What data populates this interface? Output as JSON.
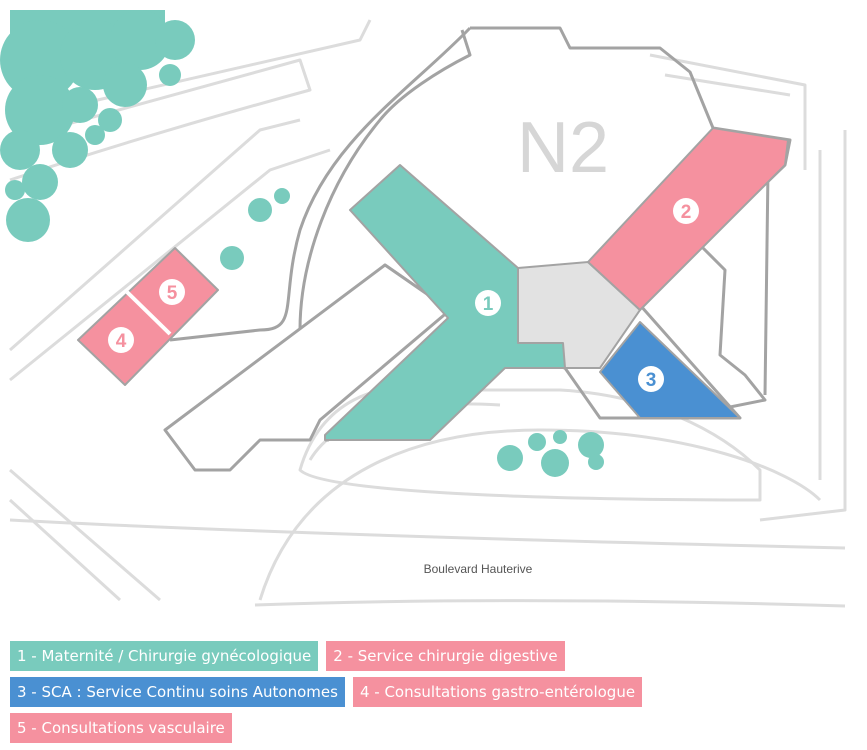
{
  "map": {
    "building_label": "N2",
    "street_label": "Boulevard Hauterive",
    "zones": [
      {
        "number": "1",
        "color": "#79cbbd"
      },
      {
        "number": "2",
        "color": "#f5919f"
      },
      {
        "number": "3",
        "color": "#4a90d2"
      },
      {
        "number": "4",
        "color": "#f5919f"
      },
      {
        "number": "5",
        "color": "#f5919f"
      }
    ],
    "colors": {
      "outline": "#a3a3a3",
      "road_line": "#dcdcdc",
      "central_hall": "#e2e2e2",
      "vegetation": "#79cbbd",
      "building_label": "#d6d6d6"
    }
  },
  "legend": {
    "rows": [
      [
        {
          "label": "1 - Maternité / Chirurgie gynécologique",
          "color": "#79cbbd"
        },
        {
          "label": "2 - Service chirurgie digestive",
          "color": "#f5919f"
        }
      ],
      [
        {
          "label": "3 - SCA : Service Continu soins Autonomes",
          "color": "#4a90d2"
        },
        {
          "label": "4 - Consultations gastro-entérologue",
          "color": "#f5919f"
        }
      ],
      [
        {
          "label": "5 - Consultations vasculaire",
          "color": "#f5919f"
        }
      ]
    ]
  }
}
